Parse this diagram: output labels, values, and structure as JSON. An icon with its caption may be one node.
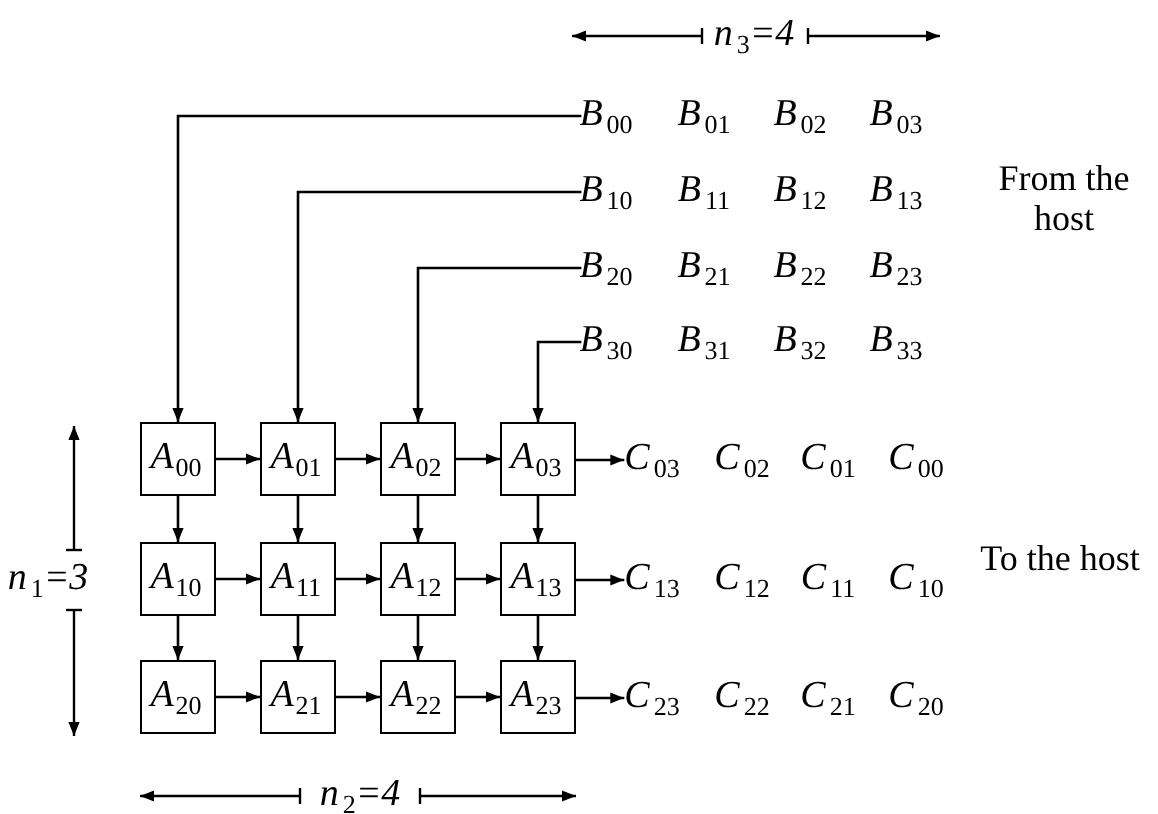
{
  "diagram": {
    "nodes": [
      {
        "text": [
          "B$_{00}$"
        ]
      },
      {
        "text": [
          "B$_{10}$"
        ]
      },
      {
        "text": [
          "B$_{20}$"
        ]
      },
      {
        "text": [
          "B$_{30}$"
        ]
      },
      {
        "text": [
          "A$_{00}$"
        ]
      },
      {
        "text": [
          "A$_{01}$"
        ]
      },
      {
        "text": [
          "A$_{02}$"
        ]
      },
      {
        "text": [
          "A$_{03}$"
        ]
      },
      {
        "text": [
          "C$_{03}$"
        ]
      },
      {
        "text": [
          "A$_{10}$"
        ]
      },
      {
        "text": [
          "A$_{11}$"
        ]
      },
      {
        "text": [
          "A$_{12}$"
        ]
      },
      {
        "text": [
          "A$_{13}$"
        ]
      },
      {
        "text": [
          "C$_{13}$"
        ]
      },
      {
        "text": [
          "A$_{20}$"
        ]
      },
      {
        "text": [
          "A$_{21}$"
        ]
      },
      {
        "text": [
          "A$_{22}$"
        ]
      },
      {
        "text": [
          "A$_{23}$"
        ]
      },
      {
        "text": [
          "C$_{23}$"
        ]
      }
    ],
    "edges": [
      {
        "from": 0,
        "to": 4,
        "arrow": "to"
      },
      {
        "from": 1,
        "to": 5,
        "arrow": "to"
      },
      {
        "from": 2,
        "to": 6,
        "arrow": "to"
      },
      {
        "from": 3,
        "to": 7,
        "arrow": "to"
      },
      {
        "from": 4,
        "to": 5,
        "arrow": "to"
      },
      {
        "from": 5,
        "to": 6,
        "arrow": "to"
      },
      {
        "from": 6,
        "to": 7,
        "arrow": "to"
      },
      {
        "from": 7,
        "to": 8,
        "arrow": "to"
      },
      {
        "from": 4,
        "to": 9,
        "arrow": "to"
      },
      {
        "from": 5,
        "to": 10,
        "arrow": "to"
      },
      {
        "from": 6,
        "to": 11,
        "arrow": "to"
      },
      {
        "from": 7,
        "to": 12,
        "arrow": "to"
      },
      {
        "from": 9,
        "to": 10,
        "arrow": "to"
      },
      {
        "from": 10,
        "to": 11,
        "arrow": "to"
      },
      {
        "from": 11,
        "to": 12,
        "arrow": "to"
      },
      {
        "from": 12,
        "to": 13,
        "arrow": "to"
      },
      {
        "from": 9,
        "to": 14,
        "arrow": "to"
      },
      {
        "from": 10,
        "to": 15,
        "arrow": "to"
      },
      {
        "from": 11,
        "to": 16,
        "arrow": "to"
      },
      {
        "from": 12,
        "to": 17,
        "arrow": "to"
      },
      {
        "from": 14,
        "to": 15,
        "arrow": "to"
      },
      {
        "from": 15,
        "to": 16,
        "arrow": "to"
      },
      {
        "from": 16,
        "to": 17,
        "arrow": "to"
      },
      {
        "from": 17,
        "to": 18,
        "arrow": "to"
      }
    ],
    "labels": [
      "n$_{3}$=4",
      "B$_{01}$",
      "B$_{02}$",
      "B$_{03}$",
      "From the host",
      "B$_{11}$",
      "B$_{12}$",
      "B$_{13}$",
      "B$_{21}$",
      "B$_{22}$",
      "B$_{23}$",
      "B$_{31}$",
      "B$_{32}$",
      "B$_{33}$",
      "C$_{02}$",
      "C$_{01}$",
      "C$_{00}$",
      "To the host",
      "n$_{1}$=3",
      "C$_{12}$",
      "C$_{11}$",
      "C$_{10}$",
      "C$_{22}$",
      "C$_{21}$",
      "C$_{20}$",
      "n$_{2}$=4"
    ]
  }
}
